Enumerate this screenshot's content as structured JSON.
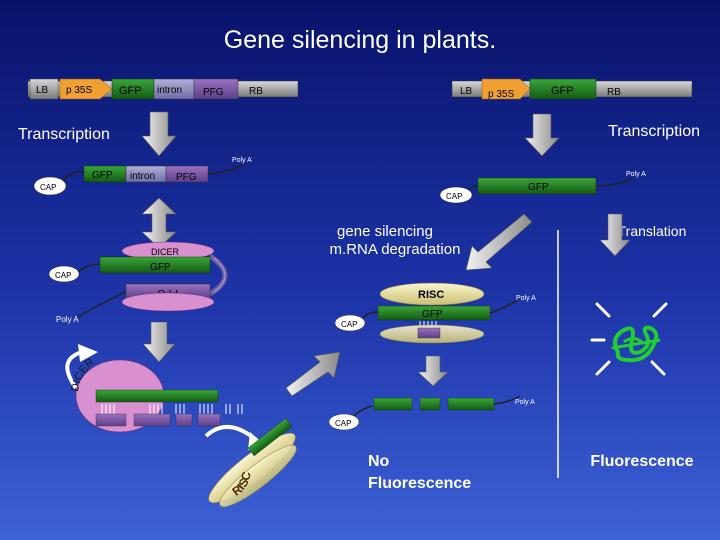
{
  "title": "Gene silencing in plants.",
  "construct_left": {
    "lb": "LB",
    "promoter": "p 35S",
    "gfp": "GFP",
    "intron": "intron",
    "pfg": "PFG",
    "rb": "RB"
  },
  "construct_right": {
    "lb": "LB",
    "promoter": "p 35S",
    "gfp": "GFP",
    "rb": "RB"
  },
  "transcription_left": "Transcription",
  "transcription_right": "Transcription",
  "mrna_hairpin": {
    "cap": "CAP",
    "gfp": "GFP",
    "intron": "intron",
    "pfg": "PFG",
    "polya": "Poly A"
  },
  "mrna_gfp": {
    "cap": "CAP",
    "gfp": "GFP",
    "polya": "Poly A"
  },
  "dsrna": {
    "dicer": "DICER",
    "gfp": "GFP",
    "pfg": "PFG",
    "cap": "CAP",
    "polya": "Poly A"
  },
  "gene_silencing_line1": "gene silencing",
  "gene_silencing_line2": "m.RNA degradation",
  "translation": "Translation",
  "risc_complex": {
    "risc": "RISC",
    "gfp": "GFP",
    "cap": "CAP",
    "polya": "Poly A"
  },
  "dicer_curved": "DICER",
  "degraded_mrna": {
    "polya": "Poly A",
    "cap": "CAP"
  },
  "risc_curved": "RISC",
  "no_fluorescence_line1": "No",
  "no_fluorescence_line2": "Fluorescence",
  "fluorescence": "Fluorescence",
  "colors": {
    "background_top": "#0a1a7a",
    "background_bottom": "#3a5ad0",
    "gfp_green": "#1e7a1e",
    "promoter_orange": "#f0a030",
    "intron_purple": "#8a7ab8",
    "pfg_pink": "#d890d0",
    "fluorescent_green": "#22cc33",
    "risc_yellow": "#e8e0a0"
  }
}
